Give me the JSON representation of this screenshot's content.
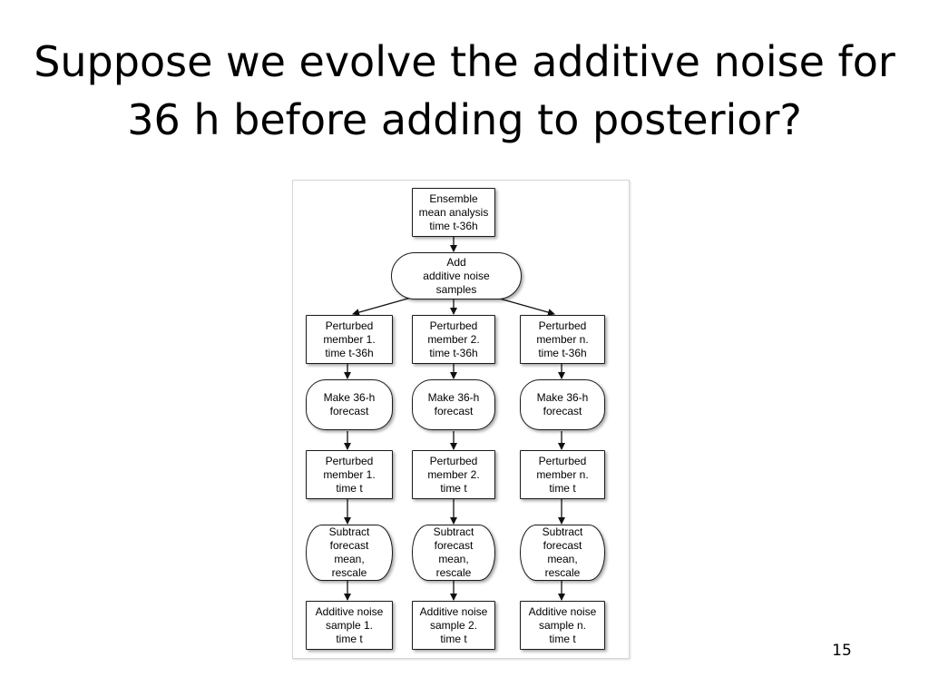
{
  "slide": {
    "title_line1": "Suppose we evolve the additive noise for",
    "title_line2": "36 h before adding to posterior?",
    "page_number": "15"
  },
  "flowchart": {
    "top": {
      "ensemble_mean": "Ensemble\nmean analysis\ntime t-36h",
      "add_noise": "Add\nadditive noise\nsamples"
    },
    "columns": [
      {
        "perturbed_start": "Perturbed\nmember 1.\ntime t-36h",
        "forecast": "Make 36-h\nforecast",
        "perturbed_end": "Perturbed\nmember 1.\ntime t",
        "subtract": "Subtract\nforecast\nmean,\nrescale",
        "noise_sample": "Additive noise\nsample 1.\ntime t"
      },
      {
        "perturbed_start": "Perturbed\nmember 2.\ntime t-36h",
        "forecast": "Make 36-h\nforecast",
        "perturbed_end": "Perturbed\nmember 2.\ntime t",
        "subtract": "Subtract\nforecast\nmean,\nrescale",
        "noise_sample": "Additive noise\nsample 2.\ntime t"
      },
      {
        "perturbed_start": "Perturbed\nmember n.\ntime t-36h",
        "forecast": "Make 36-h\nforecast",
        "perturbed_end": "Perturbed\nmember n.\ntime t",
        "subtract": "Subtract\nforecast\nmean,\nrescale",
        "noise_sample": "Additive noise\nsample n.\ntime t"
      }
    ]
  }
}
